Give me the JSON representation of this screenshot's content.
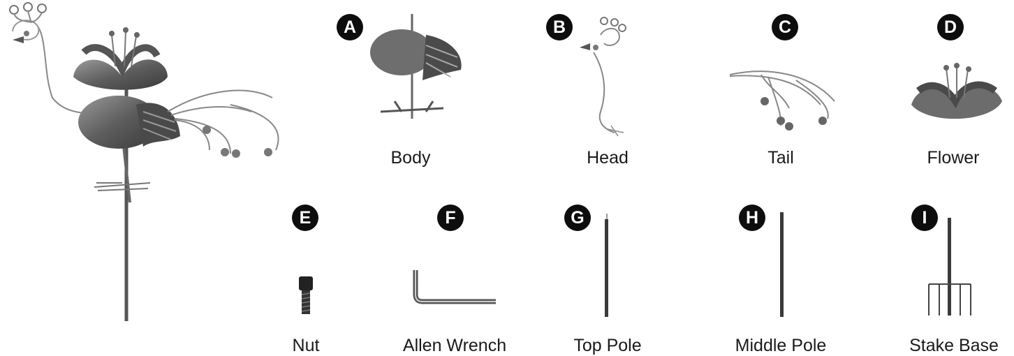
{
  "parts": [
    {
      "letter": "A",
      "name": "Body"
    },
    {
      "letter": "B",
      "name": "Head"
    },
    {
      "letter": "C",
      "name": "Tail"
    },
    {
      "letter": "D",
      "name": "Flower"
    },
    {
      "letter": "E",
      "name": "Nut"
    },
    {
      "letter": "F",
      "name": "Allen Wrench"
    },
    {
      "letter": "G",
      "name": "Top Pole"
    },
    {
      "letter": "H",
      "name": "Middle Pole"
    },
    {
      "letter": "I",
      "name": "Stake Base"
    }
  ]
}
